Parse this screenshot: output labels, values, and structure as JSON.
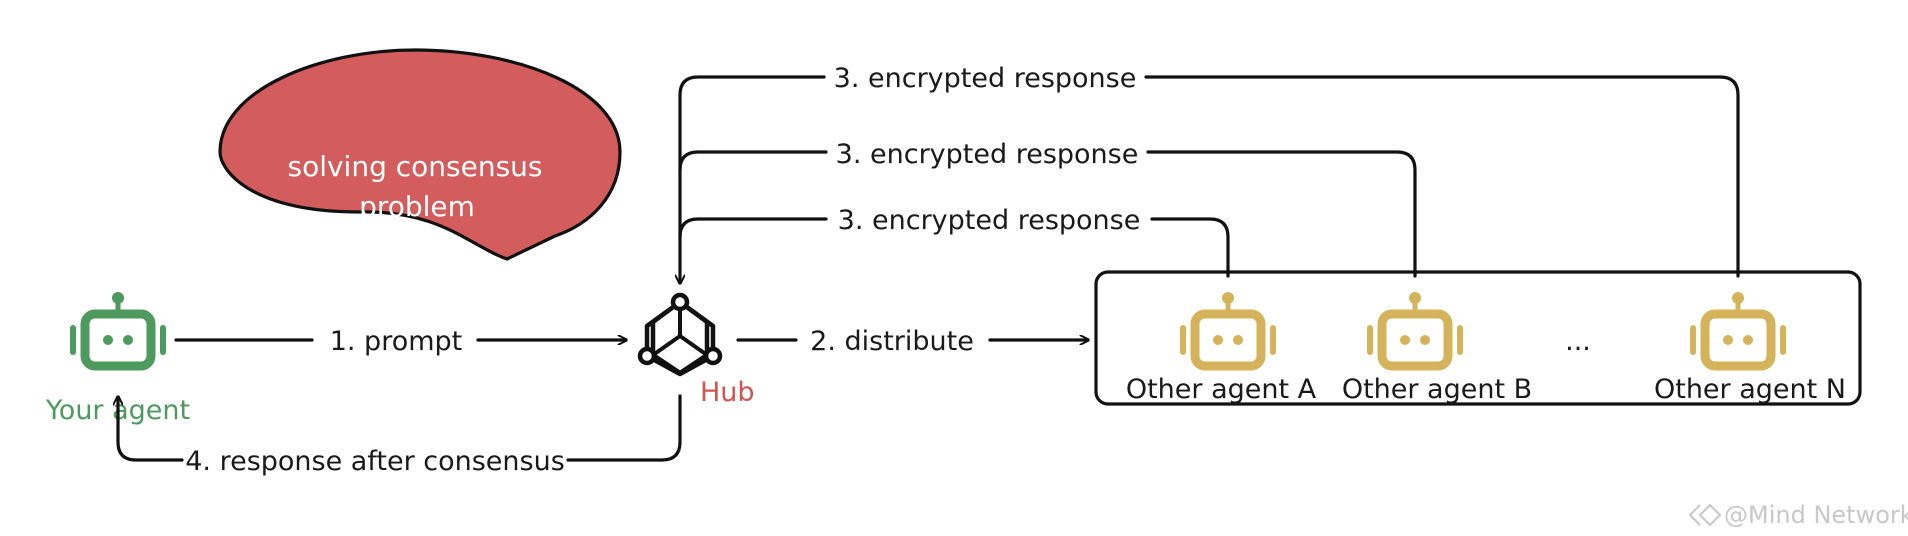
{
  "bubble": {
    "line1": "solving consensus",
    "line2": "problem"
  },
  "nodes": {
    "your_agent": "Your agent",
    "hub": "Hub",
    "agent_a": "Other agent A",
    "agent_b": "Other agent B",
    "ellipsis": "...",
    "agent_n": "Other agent N"
  },
  "edges": {
    "prompt": "1. prompt",
    "distribute": "2. distribute",
    "response_n": "3. encrypted response",
    "response_b": "3. encrypted response",
    "response_a": "3.  encrypted response",
    "final": "4. response after consensus"
  },
  "watermark": "@Mind Network",
  "colors": {
    "your_agent": "#4e9a5e",
    "other_agent": "#d4b35a",
    "hub_label": "#d4534f",
    "bubble_fill": "#d25d5c",
    "line": "#111111"
  },
  "icons": {
    "your_agent": "robot-icon",
    "hub": "hub-network-icon",
    "other_agent": "robot-icon",
    "watermark": "mind-network-logo-icon"
  }
}
